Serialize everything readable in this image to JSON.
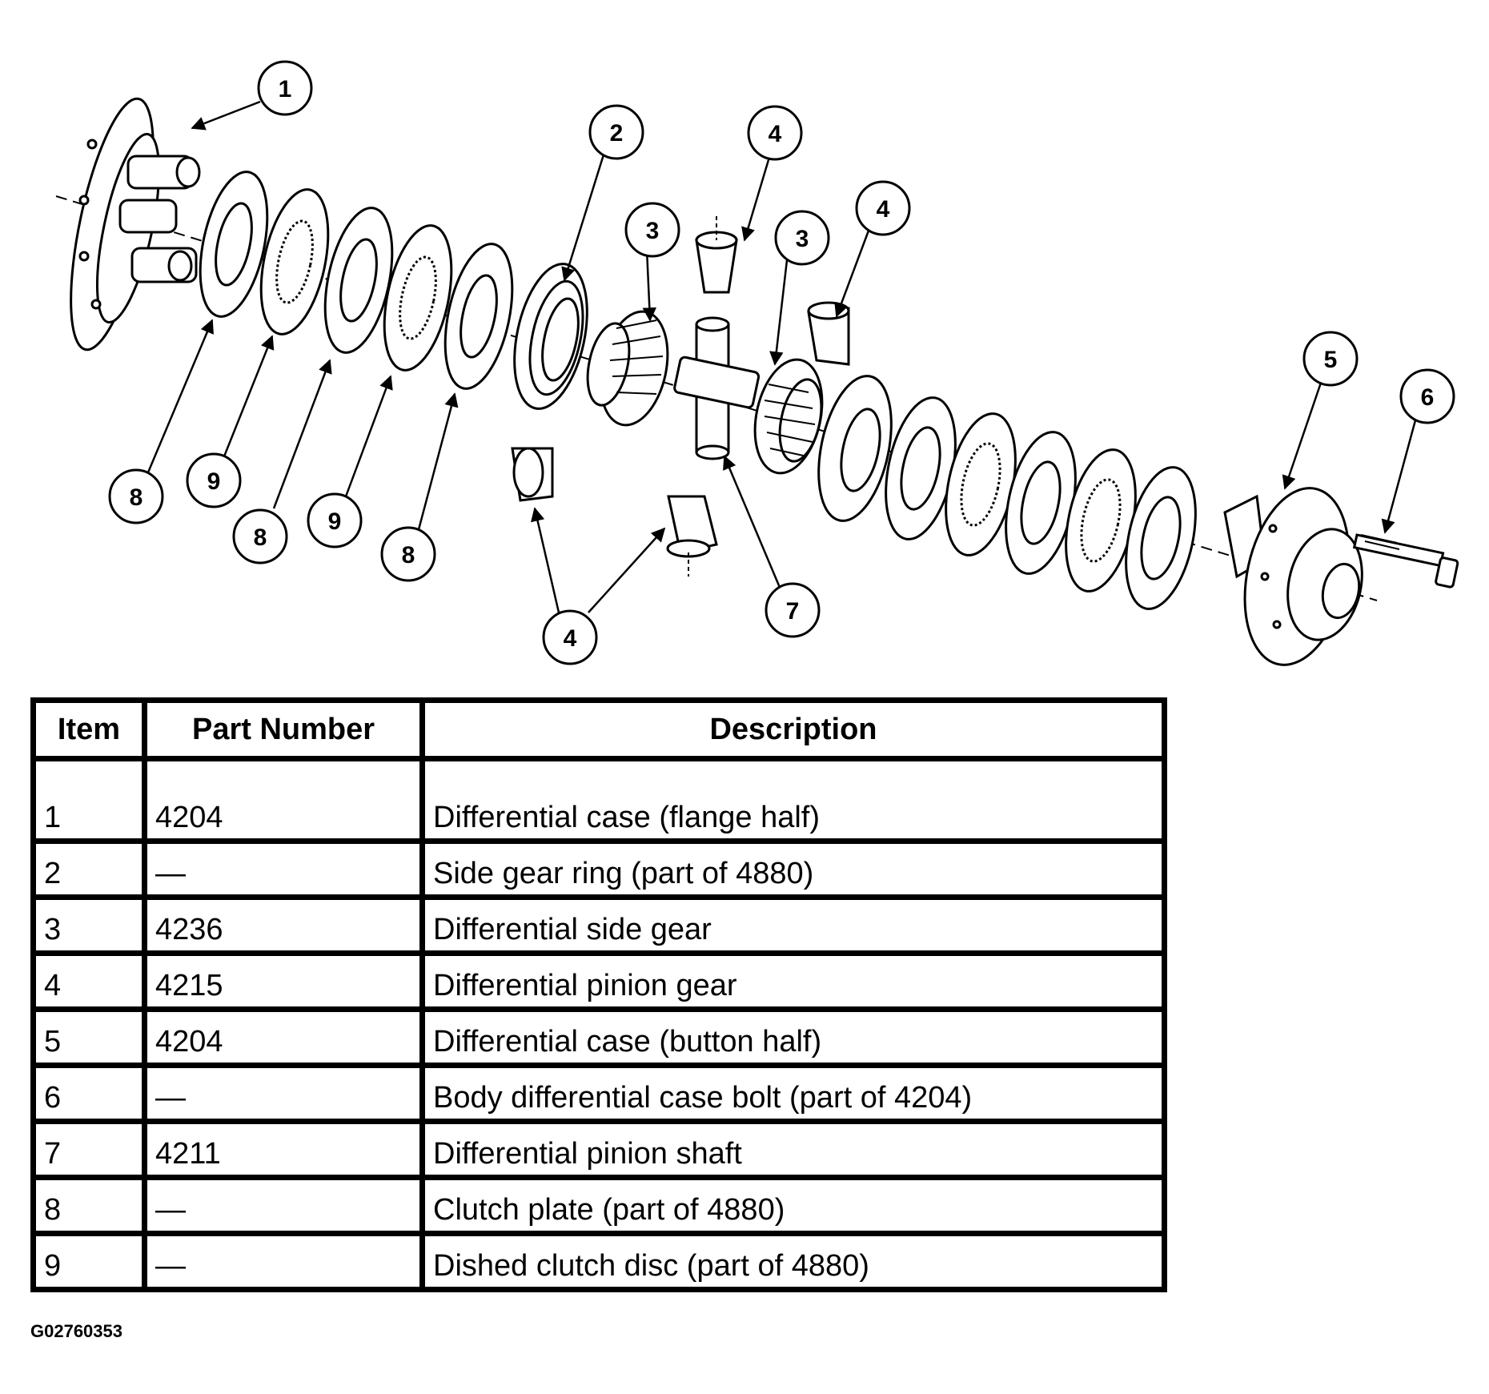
{
  "diagram": {
    "callouts": [
      "1",
      "2",
      "3",
      "4",
      "4",
      "3",
      "4",
      "5",
      "6",
      "7",
      "8",
      "9",
      "8",
      "9",
      "8",
      "4"
    ]
  },
  "table": {
    "headers": {
      "item": "Item",
      "part_number": "Part Number",
      "description": "Description"
    },
    "rows": [
      {
        "item": "1",
        "part_number": "4204",
        "description": "Differential case (flange half)"
      },
      {
        "item": "2",
        "part_number": "—",
        "description": "Side gear ring (part of 4880)"
      },
      {
        "item": "3",
        "part_number": "4236",
        "description": "Differential side gear"
      },
      {
        "item": "4",
        "part_number": "4215",
        "description": "Differential pinion gear"
      },
      {
        "item": "5",
        "part_number": "4204",
        "description": "Differential case (button half)"
      },
      {
        "item": "6",
        "part_number": "—",
        "description": "Body differential case bolt (part of 4204)"
      },
      {
        "item": "7",
        "part_number": "4211",
        "description": "Differential pinion shaft"
      },
      {
        "item": "8",
        "part_number": "—",
        "description": "Clutch plate (part of 4880)"
      },
      {
        "item": "9",
        "part_number": "—",
        "description": "Dished clutch disc (part of 4880)"
      }
    ]
  },
  "figure_id": "G02760353"
}
